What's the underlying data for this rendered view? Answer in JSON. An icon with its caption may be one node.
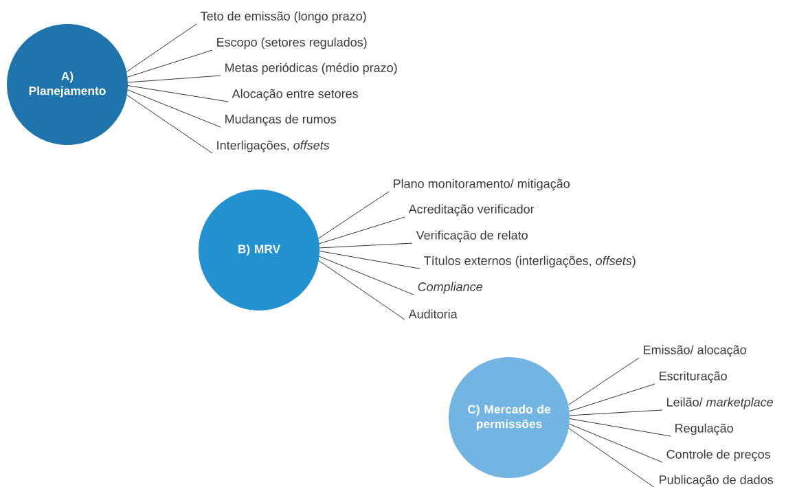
{
  "diagram": {
    "nodes": [
      {
        "text": [
          "A) Planejamento"
        ]
      },
      {
        "text": [
          "Teto de emissão (longo prazo)"
        ]
      },
      {
        "text": [
          "Escopo (setores regulados)"
        ]
      },
      {
        "text": [
          "Metas periódicas (médio prazo)"
        ]
      },
      {
        "text": [
          "Alocação entre setores"
        ]
      },
      {
        "text": [
          "Mudanças de rumos"
        ]
      },
      {
        "text": [
          "Interligações, *offsets*"
        ]
      },
      {
        "text": [
          "B) MRV"
        ]
      },
      {
        "text": [
          "Plano monitoramento/ mitigação"
        ]
      },
      {
        "text": [
          "Acreditação verificador"
        ]
      },
      {
        "text": [
          "Verificação de relato"
        ]
      },
      {
        "text": [
          "Títulos externos (interligações, *offsets*)"
        ]
      },
      {
        "text": [
          "*Compliance*"
        ]
      },
      {
        "text": [
          "Auditoria"
        ]
      },
      {
        "text": [
          "C) Mercado de permissões"
        ]
      },
      {
        "text": [
          "Emissão/ alocação"
        ]
      },
      {
        "text": [
          "Escrituração"
        ]
      },
      {
        "text": [
          "Leilão/ *marketplace*"
        ]
      },
      {
        "text": [
          "Regulação"
        ]
      },
      {
        "text": [
          "Controle de preços"
        ]
      },
      {
        "text": [
          "Publicação de dados"
        ]
      }
    ],
    "edges": [
      {
        "from": 0,
        "to": 1,
        "arrow": "none"
      },
      {
        "from": 0,
        "to": 2,
        "arrow": "none"
      },
      {
        "from": 0,
        "to": 3,
        "arrow": "none"
      },
      {
        "from": 0,
        "to": 4,
        "arrow": "none"
      },
      {
        "from": 0,
        "to": 5,
        "arrow": "none"
      },
      {
        "from": 0,
        "to": 6,
        "arrow": "none"
      },
      {
        "from": 7,
        "to": 8,
        "arrow": "none"
      },
      {
        "from": 7,
        "to": 9,
        "arrow": "none"
      },
      {
        "from": 7,
        "to": 10,
        "arrow": "none"
      },
      {
        "from": 7,
        "to": 11,
        "arrow": "none"
      },
      {
        "from": 7,
        "to": 12,
        "arrow": "none"
      },
      {
        "from": 7,
        "to": 13,
        "arrow": "none"
      },
      {
        "from": 14,
        "to": 15,
        "arrow": "none"
      },
      {
        "from": 14,
        "to": 16,
        "arrow": "none"
      },
      {
        "from": 14,
        "to": 17,
        "arrow": "none"
      },
      {
        "from": 14,
        "to": 18,
        "arrow": "none"
      },
      {
        "from": 14,
        "to": 19,
        "arrow": "none"
      },
      {
        "from": 14,
        "to": 20,
        "arrow": "none"
      }
    ]
  }
}
